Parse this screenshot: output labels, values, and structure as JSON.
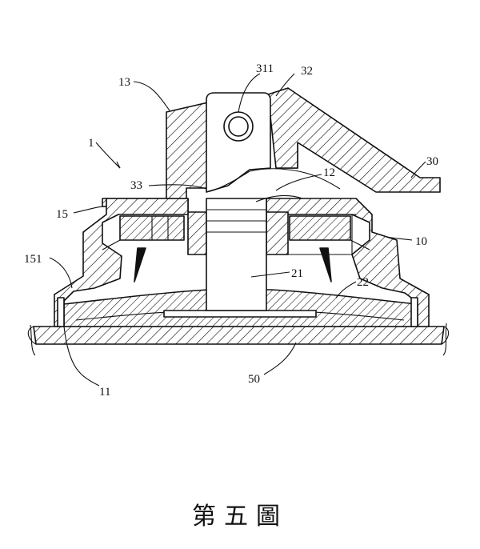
{
  "figure": {
    "caption": "第五圖",
    "labels": {
      "l1": "1",
      "l10": "10",
      "l11": "11",
      "l12": "12",
      "l13": "13",
      "l15": "15",
      "l151": "151",
      "l21": "21",
      "l22": "22",
      "l30": "30",
      "l311": "311",
      "l32": "32",
      "l33": "33",
      "l50": "50"
    }
  }
}
